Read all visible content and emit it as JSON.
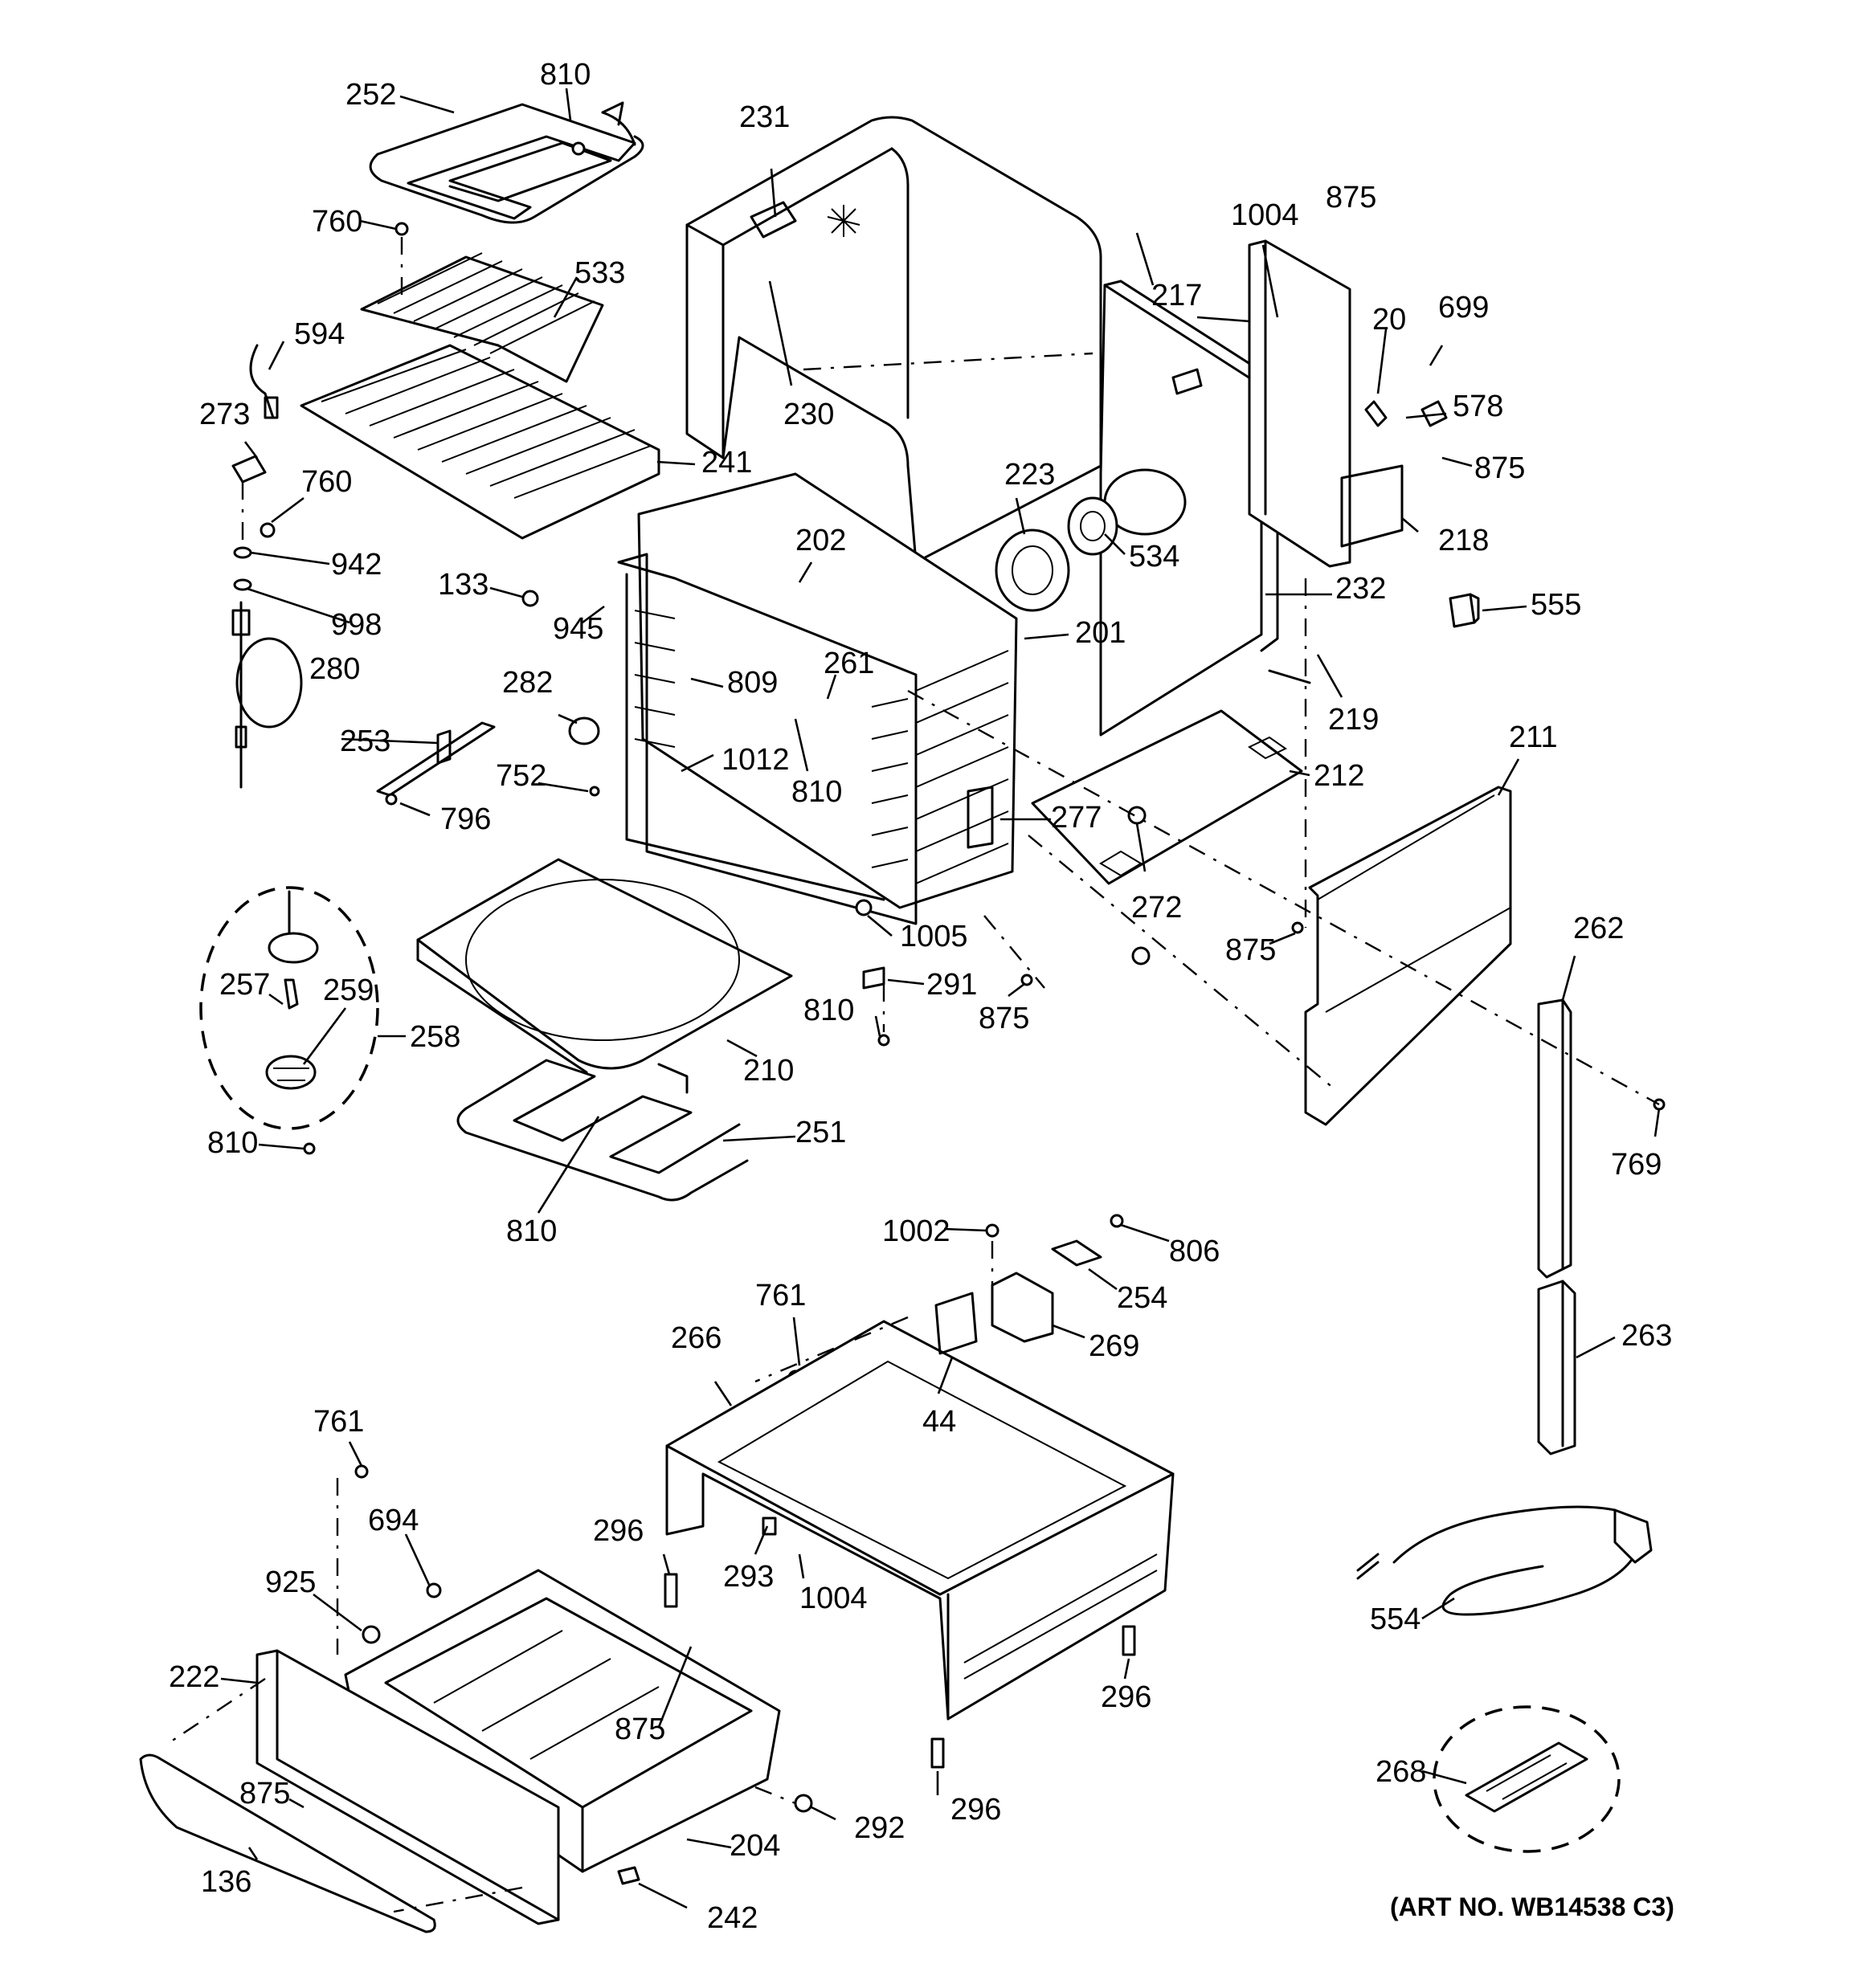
{
  "figure": {
    "art_number": "(ART NO. WB14538 C3)"
  },
  "labels": [
    {
      "text": "252"
    },
    {
      "text": "810"
    },
    {
      "text": "760"
    },
    {
      "text": "533"
    },
    {
      "text": "594"
    },
    {
      "text": "273"
    },
    {
      "text": "241"
    },
    {
      "text": "760"
    },
    {
      "text": "942"
    },
    {
      "text": "998"
    },
    {
      "text": "280"
    },
    {
      "text": "231"
    },
    {
      "text": "230"
    },
    {
      "text": "223"
    },
    {
      "text": "534"
    },
    {
      "text": "202"
    },
    {
      "text": "133"
    },
    {
      "text": "945"
    },
    {
      "text": "201"
    },
    {
      "text": "809"
    },
    {
      "text": "261"
    },
    {
      "text": "282"
    },
    {
      "text": "1012"
    },
    {
      "text": "810"
    },
    {
      "text": "253"
    },
    {
      "text": "752"
    },
    {
      "text": "796"
    },
    {
      "text": "277"
    },
    {
      "text": "1004"
    },
    {
      "text": "875"
    },
    {
      "text": "217"
    },
    {
      "text": "20"
    },
    {
      "text": "699"
    },
    {
      "text": "578"
    },
    {
      "text": "875"
    },
    {
      "text": "218"
    },
    {
      "text": "232"
    },
    {
      "text": "555"
    },
    {
      "text": "219"
    },
    {
      "text": "212"
    },
    {
      "text": "211"
    },
    {
      "text": "272"
    },
    {
      "text": "875"
    },
    {
      "text": "262"
    },
    {
      "text": "1005"
    },
    {
      "text": "291"
    },
    {
      "text": "875"
    },
    {
      "text": "810"
    },
    {
      "text": "257"
    },
    {
      "text": "259"
    },
    {
      "text": "258"
    },
    {
      "text": "210"
    },
    {
      "text": "251"
    },
    {
      "text": "810"
    },
    {
      "text": "810"
    },
    {
      "text": "769"
    },
    {
      "text": "1002"
    },
    {
      "text": "806"
    },
    {
      "text": "254"
    },
    {
      "text": "269"
    },
    {
      "text": "761"
    },
    {
      "text": "266"
    },
    {
      "text": "44"
    },
    {
      "text": "263"
    },
    {
      "text": "761"
    },
    {
      "text": "694"
    },
    {
      "text": "925"
    },
    {
      "text": "296"
    },
    {
      "text": "293"
    },
    {
      "text": "1004"
    },
    {
      "text": "554"
    },
    {
      "text": "222"
    },
    {
      "text": "875"
    },
    {
      "text": "296"
    },
    {
      "text": "875"
    },
    {
      "text": "292"
    },
    {
      "text": "268"
    },
    {
      "text": "296"
    },
    {
      "text": "136"
    },
    {
      "text": "204"
    },
    {
      "text": "242"
    }
  ]
}
